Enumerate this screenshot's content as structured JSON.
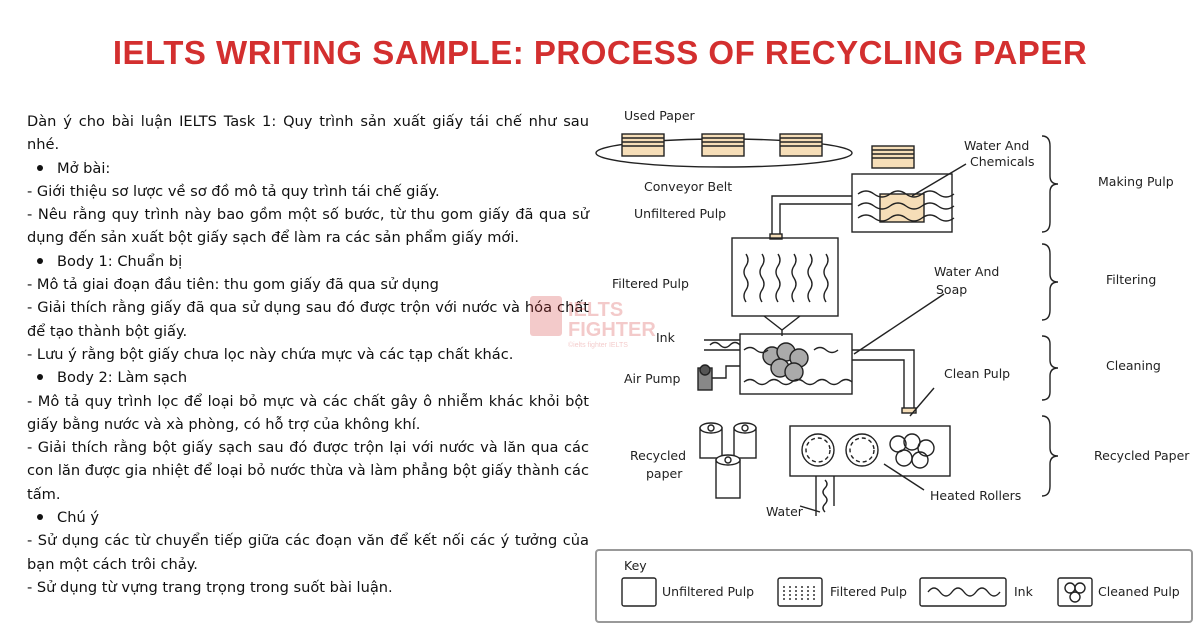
{
  "page": {
    "title": "IELTS WRITING SAMPLE: PROCESS OF RECYCLING PAPER",
    "accent_color": "#d32f2f"
  },
  "outline": {
    "lines": [
      {
        "type": "text",
        "text": "Dàn ý cho bài luận IELTS Task 1: Quy trình sản xuất giấy tái chế như sau nhé."
      },
      {
        "type": "bullet",
        "text": "Mở bài:"
      },
      {
        "type": "text",
        "text": "- Giới thiệu sơ lược về sơ đồ mô tả quy trình tái chế giấy."
      },
      {
        "type": "text",
        "text": "- Nêu rằng quy trình này bao gồm một số bước, từ thu gom giấy đã qua sử dụng đến sản xuất bột giấy sạch để làm ra các sản phẩm giấy mới."
      },
      {
        "type": "bullet",
        "text": "Body 1: Chuẩn bị"
      },
      {
        "type": "text",
        "text": "- Mô tả giai đoạn đầu tiên: thu gom giấy đã qua sử dụng"
      },
      {
        "type": "text",
        "text": "- Giải thích rằng giấy đã qua sử dụng sau đó được trộn với nước và hóa chất để tạo thành bột giấy."
      },
      {
        "type": "text",
        "text": "- Lưu ý rằng bột giấy chưa lọc này chứa mực và các tạp chất khác."
      },
      {
        "type": "bullet",
        "text": "Body 2: Làm sạch"
      },
      {
        "type": "text",
        "text": "- Mô tả quy trình lọc để loại bỏ mực và các chất gây ô nhiễm khác khỏi bột giấy bằng nước và xà phòng, có hỗ trợ của không khí."
      },
      {
        "type": "text",
        "text": "- Giải thích rằng bột giấy sạch sau đó được trộn lại với nước và lăn qua các con lăn được gia nhiệt để loại bỏ nước thừa và làm phẳng bột giấy thành các tấm."
      },
      {
        "type": "bullet",
        "text": "Chú ý"
      },
      {
        "type": "text",
        "text": "- Sử dụng các từ chuyển tiếp giữa các đoạn văn để kết nối các ý tưởng của bạn một cách trôi chảy."
      },
      {
        "type": "text",
        "text": "- Sử dụng từ vựng trang trọng trong suốt bài luận."
      }
    ]
  },
  "diagram": {
    "labels": {
      "used_paper": "Used Paper",
      "water_chemicals_1": "Water And",
      "water_chemicals_2": "Chemicals",
      "conveyor_belt": "Conveyor Belt",
      "unfiltered_pulp": "Unfiltered Pulp",
      "filtered_pulp": "Filtered Pulp",
      "water_soap_1": "Water And",
      "water_soap_2": "Soap",
      "ink": "Ink",
      "air_pump": "Air Pump",
      "clean_pulp": "Clean Pulp",
      "recycled_paper_1": "Recycled",
      "recycled_paper_2": "paper",
      "heated_rollers": "Heated Rollers",
      "water": "Water"
    },
    "stages": {
      "making_pulp": "Making Pulp",
      "filtering": "Filtering",
      "cleaning": "Cleaning",
      "recycled_paper": "Recycled Paper"
    },
    "key": {
      "title": "Key",
      "items": [
        "Unfiltered Pulp",
        "Filtered Pulp",
        "Ink",
        "Cleaned Pulp"
      ]
    }
  },
  "watermark": {
    "brand_line1": "IELTS",
    "brand_line2": "FIGHTER",
    "brand_sub": "©ielts fighter IELTS"
  }
}
